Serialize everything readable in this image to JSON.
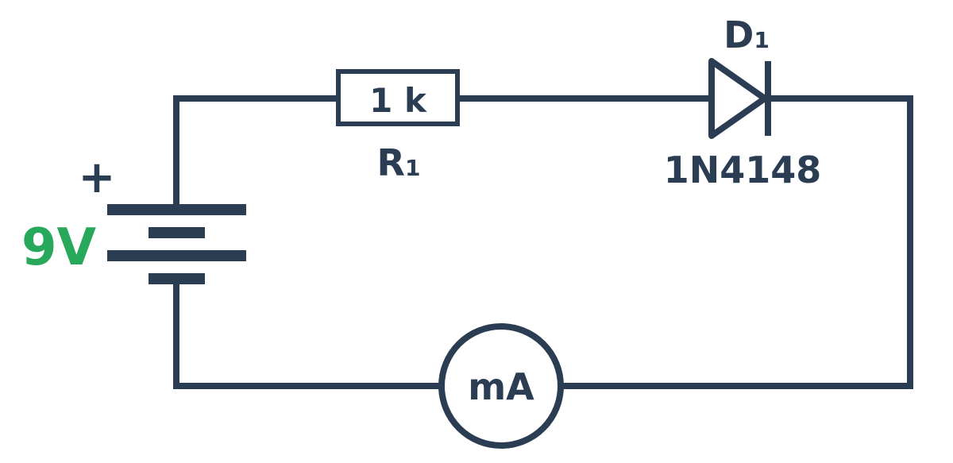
{
  "diagram": {
    "type": "circuit-schematic",
    "colors": {
      "wire": "#2b3d52",
      "voltage_label": "#27a85a",
      "background": "#ffffff"
    },
    "battery": {
      "name": "battery",
      "voltage": "9V",
      "polarity_mark": "+"
    },
    "resistor": {
      "value": "1 k",
      "designator": "R",
      "designator_sub": "1"
    },
    "diode": {
      "part": "1N4148",
      "designator": "D",
      "designator_sub": "1"
    },
    "meter": {
      "label": "mA",
      "kind": "ammeter"
    }
  }
}
